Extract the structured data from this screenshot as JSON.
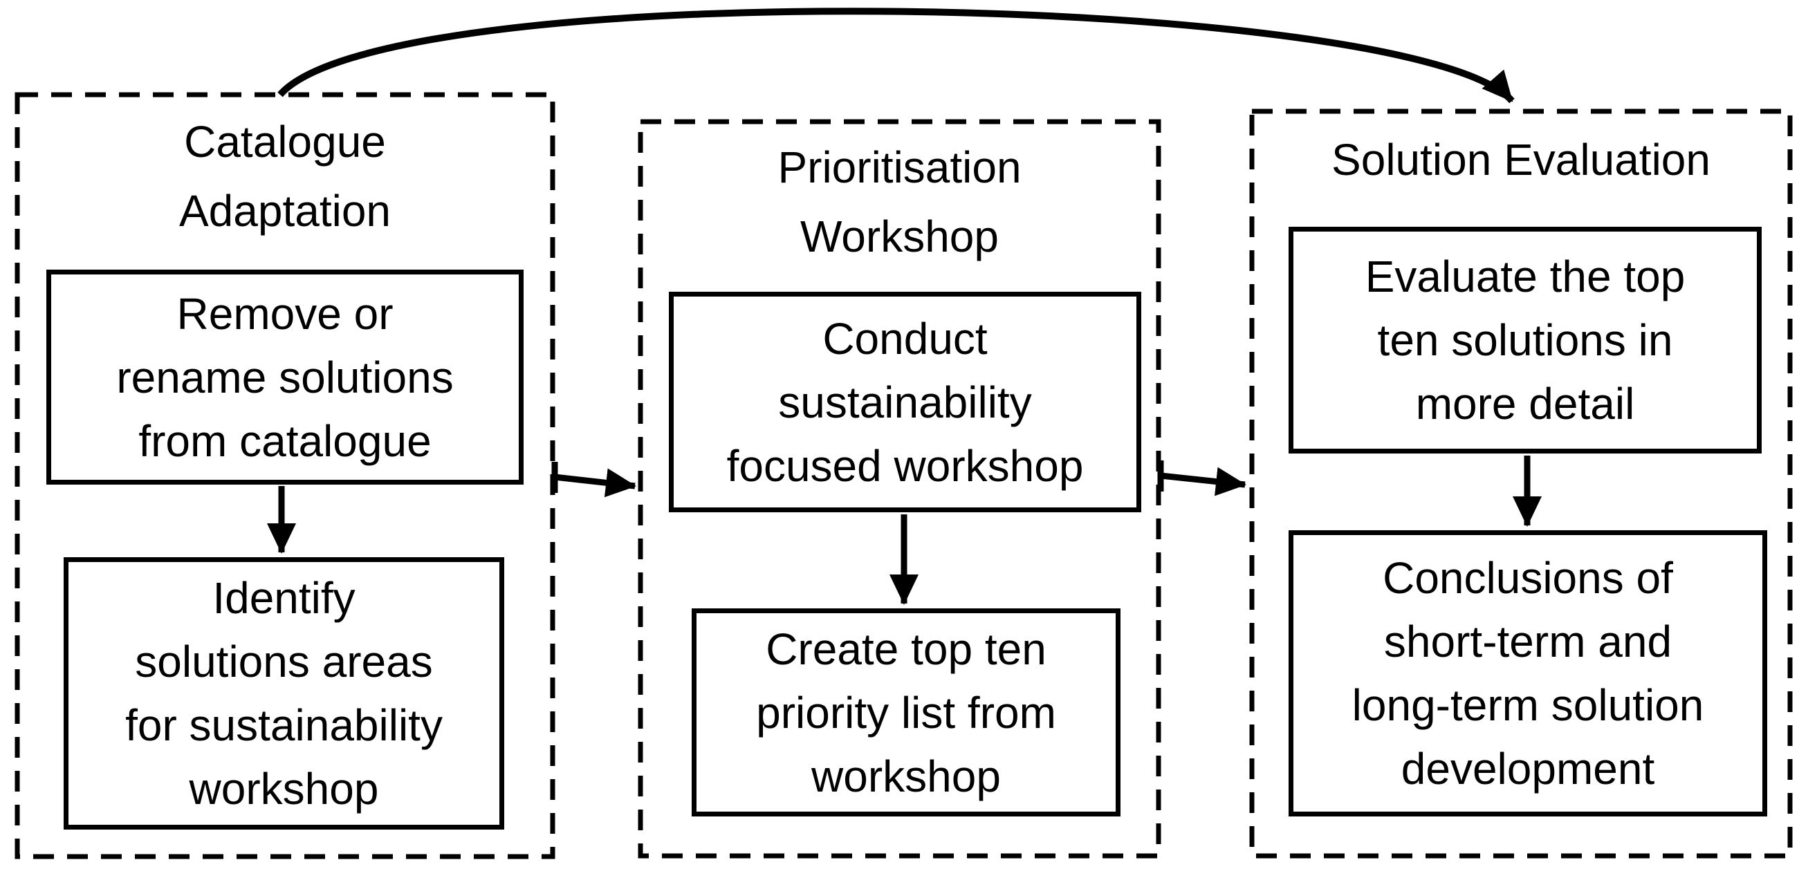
{
  "diagram": {
    "background": "#ffffff",
    "line_color": "#000000",
    "columns": [
      {
        "title": "Catalogue\nAdaptation",
        "boxes": [
          {
            "label": "Remove or\nrename solutions\nfrom catalogue"
          },
          {
            "label": "Identify\nsolutions areas\nfor sustainability\nworkshop"
          }
        ]
      },
      {
        "title": "Prioritisation\nWorkshop",
        "boxes": [
          {
            "label": "Conduct\nsustainability\nfocused workshop"
          },
          {
            "label": "Create top ten\npriority list from\nworkshop"
          }
        ]
      },
      {
        "title": "Solution Evaluation",
        "boxes": [
          {
            "label": "Evaluate the top\nten solutions in\nmore detail"
          },
          {
            "label": "Conclusions of\nshort-term and\nlong-term solution\ndevelopment"
          }
        ]
      }
    ],
    "arrows": [
      {
        "from": "Remove or rename solutions from catalogue",
        "to": "Identify solutions areas for sustainability workshop",
        "style": "straight-down"
      },
      {
        "from": "Conduct sustainability focused workshop",
        "to": "Create top ten priority list from workshop",
        "style": "straight-down"
      },
      {
        "from": "Evaluate the top ten solutions in more detail",
        "to": "Conclusions of short-term and long-term solution development",
        "style": "straight-down"
      },
      {
        "from": "Catalogue Adaptation",
        "to": "Prioritisation Workshop",
        "style": "straight-right"
      },
      {
        "from": "Prioritisation Workshop",
        "to": "Solution Evaluation",
        "style": "straight-right"
      },
      {
        "from": "Catalogue Adaptation",
        "to": "Solution Evaluation",
        "style": "curved-over-top"
      }
    ]
  }
}
